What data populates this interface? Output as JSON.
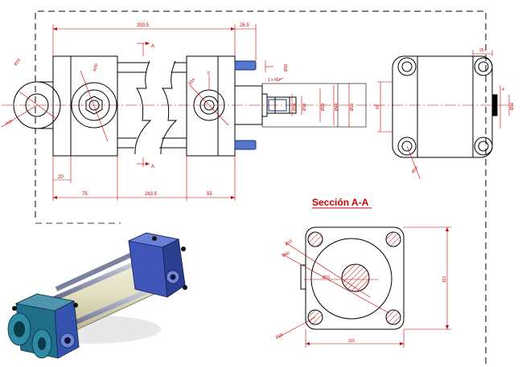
{
  "section_title": "Sección A-A",
  "section_marks": {
    "top": "A",
    "bottom": "A"
  },
  "front_view": {
    "dim_overall": "393.5",
    "dim_rod_ext": "26.5",
    "dim_left": "20",
    "dim_bottom_1": "75",
    "dim_bottom_2": "263.5",
    "dim_bottom_3": "55",
    "dim_chamfer": "1 x 45°",
    "dim_port": "Ø16",
    "dim_hex": "M30",
    "dim_left_hole": "Ø26",
    "dim_left_boss": "R30",
    "dim_hole_2": "Ø16",
    "dim_small": "5",
    "rod_diams": [
      "Ø14",
      "Ø16",
      "Ø20",
      "Ø44",
      "Ø30"
    ]
  },
  "side_view": {
    "dim_top": "25",
    "dim_height": "60",
    "dim_rod": "Ø30",
    "dim_corner": "Ø26",
    "dim_small": "4"
  },
  "section_view": {
    "dim_width": "115",
    "dim_height": "115",
    "dim_hole_a": "Ø20",
    "dim_hole_b": "Ø80",
    "dim_center": "Ø31",
    "dim_corner": "Ø26"
  },
  "colors": {
    "outline": "#000000",
    "dimension": "#cc0000",
    "port": "#2a4fa8",
    "hatch": "#cc0000"
  }
}
